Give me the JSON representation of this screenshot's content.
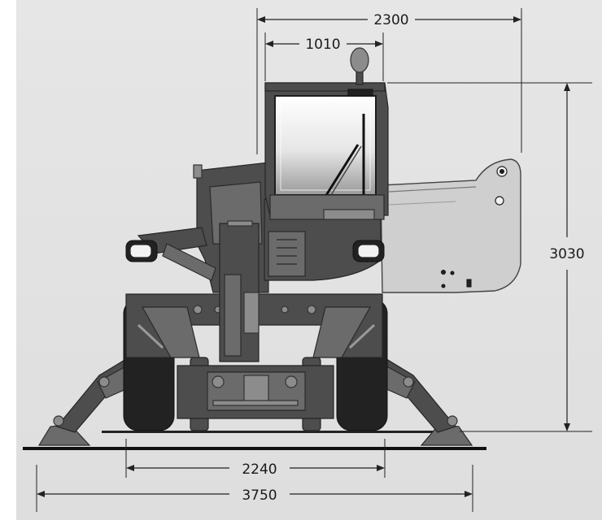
{
  "dimensions": {
    "overall_width_top": "2300",
    "cab_width": "1010",
    "height": "3030",
    "track_width": "2240",
    "outrigger_span": "3750"
  },
  "colors": {
    "background": "#e3e3e3",
    "machine_body": "#5a5a5a",
    "boom": "#cfcfcf",
    "dimension_line": "#222222"
  }
}
